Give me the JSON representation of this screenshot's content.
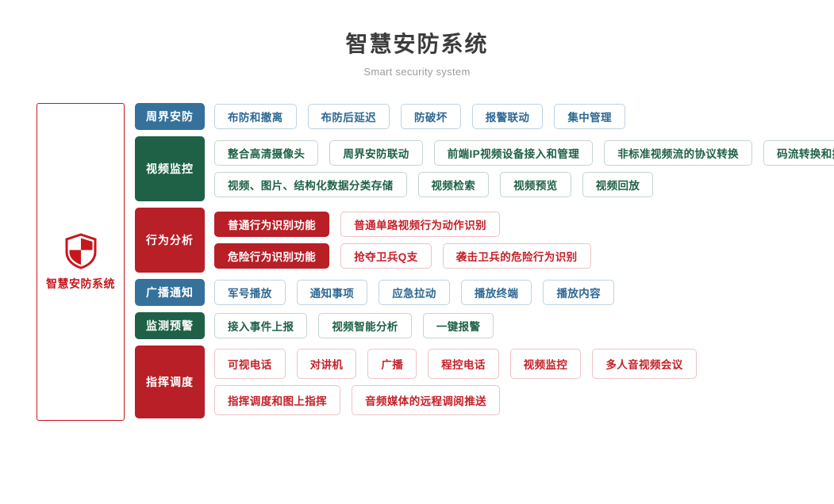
{
  "header": {
    "title": "智慧安防系统",
    "subtitle": "Smart security system"
  },
  "brand": {
    "icon": "shield-icon",
    "name": "智慧安防系统",
    "color": "#c8161d"
  },
  "colors": {
    "blue": "#35719b",
    "green": "#1e6147",
    "red": "#b81f26",
    "title": "#3c3c3c",
    "subtitle": "#9b9b9b"
  },
  "categories": [
    {
      "label": "周界安防",
      "theme": "blue",
      "lines": [
        [
          {
            "text": "布防和撤离",
            "style": "blue"
          },
          {
            "text": "布防后延迟",
            "style": "blue"
          },
          {
            "text": "防破坏",
            "style": "blue"
          },
          {
            "text": "报警联动",
            "style": "blue"
          },
          {
            "text": "集中管理",
            "style": "blue"
          }
        ]
      ]
    },
    {
      "label": "视频监控",
      "theme": "green",
      "lines": [
        [
          {
            "text": "整合高清摄像头",
            "style": "green"
          },
          {
            "text": "周界安防联动",
            "style": "green"
          },
          {
            "text": "前端IP视频设备接入和管理",
            "style": "green"
          },
          {
            "text": "非标准视频流的协议转换",
            "style": "green"
          },
          {
            "text": "码流转换和接口转换",
            "style": "green"
          }
        ],
        [
          {
            "text": "视频、图片、结构化数据分类存储",
            "style": "green"
          },
          {
            "text": "视频检索",
            "style": "green"
          },
          {
            "text": "视频预览",
            "style": "green"
          },
          {
            "text": "视频回放",
            "style": "green"
          }
        ]
      ]
    },
    {
      "label": "行为分析",
      "theme": "red",
      "lines": [
        [
          {
            "text": "普通行为识别功能",
            "style": "red-filled"
          },
          {
            "text": "普通单路视频行为动作识别",
            "style": "red"
          }
        ],
        [
          {
            "text": "危险行为识别功能",
            "style": "red-filled"
          },
          {
            "text": "抢夺卫兵Q支",
            "style": "red"
          },
          {
            "text": "袭击卫兵的危险行为识别",
            "style": "red"
          }
        ]
      ]
    },
    {
      "label": "广播通知",
      "theme": "blue",
      "lines": [
        [
          {
            "text": "军号播放",
            "style": "blue"
          },
          {
            "text": "通知事项",
            "style": "blue"
          },
          {
            "text": "应急拉动",
            "style": "blue"
          },
          {
            "text": "播放终端",
            "style": "blue"
          },
          {
            "text": "播放内容",
            "style": "blue"
          }
        ]
      ]
    },
    {
      "label": "监测预警",
      "theme": "green",
      "lines": [
        [
          {
            "text": "接入事件上报",
            "style": "green"
          },
          {
            "text": "视频智能分析",
            "style": "green"
          },
          {
            "text": "一键报警",
            "style": "green"
          }
        ]
      ]
    },
    {
      "label": "指挥调度",
      "theme": "red",
      "tall": true,
      "lines": [
        [
          {
            "text": "可视电话",
            "style": "red"
          },
          {
            "text": "对讲机",
            "style": "red"
          },
          {
            "text": "广播",
            "style": "red"
          },
          {
            "text": "程控电话",
            "style": "red"
          },
          {
            "text": "视频监控",
            "style": "red"
          },
          {
            "text": "多人音视频会议",
            "style": "red"
          }
        ],
        [
          {
            "text": "指挥调度和图上指挥",
            "style": "red"
          },
          {
            "text": "音频媒体的远程调阅推送",
            "style": "red"
          }
        ]
      ]
    }
  ]
}
